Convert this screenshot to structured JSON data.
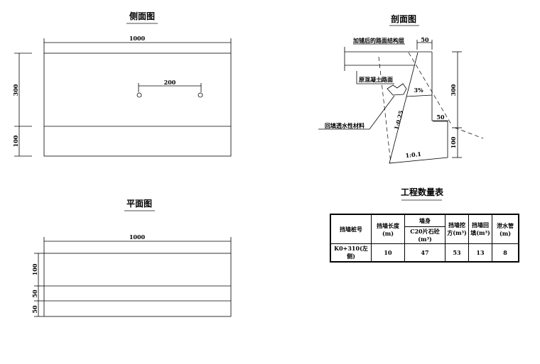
{
  "side_view": {
    "title": "侧面图",
    "dim_total": "1000",
    "dim_hole": "200",
    "dim_upper": "300",
    "dim_lower": "100"
  },
  "plan_view": {
    "title": "平面图",
    "dim_total": "1000",
    "dim_a": "100",
    "dim_b": "50",
    "dim_c": "50"
  },
  "section": {
    "title": "剖面图",
    "label_pavement": "加铺后的路面结构层",
    "label_concrete": "原混凝土路面",
    "label_fill": "回填透水性材料",
    "dim_top": "50",
    "dim_step": "50",
    "slope_pct": "3%",
    "slope_back": "1:0.25",
    "slope_base": "1:0.1",
    "dim_upper": "300",
    "dim_lower": "100"
  },
  "quantity_table": {
    "title": "工程数量表",
    "headers": {
      "station": "挡墙桩号",
      "length": "挡墙长度(m)",
      "body": "墙身",
      "body_sub": "C20片石砼(m³)",
      "excavation": "挡墙挖方(m³)",
      "backfill": "挡墙回填(m³)",
      "drain": "泄水管(m)"
    },
    "rows": [
      {
        "station": "K0+310(左侧)",
        "length": "10",
        "body": "47",
        "excavation": "53",
        "backfill": "13",
        "drain": "8"
      }
    ]
  }
}
